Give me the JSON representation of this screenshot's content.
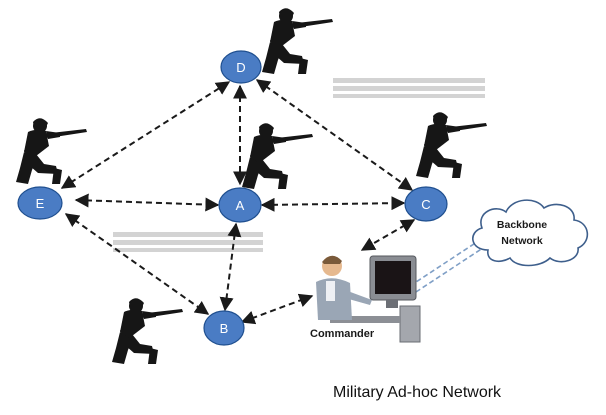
{
  "nodes": [
    {
      "id": "D",
      "label": "D"
    },
    {
      "id": "A",
      "label": "A"
    },
    {
      "id": "C",
      "label": "C"
    },
    {
      "id": "E",
      "label": "E"
    },
    {
      "id": "B",
      "label": "B"
    }
  ],
  "links": [
    {
      "from": "E",
      "to": "D"
    },
    {
      "from": "E",
      "to": "A"
    },
    {
      "from": "E",
      "to": "B"
    },
    {
      "from": "D",
      "to": "A"
    },
    {
      "from": "D",
      "to": "C"
    },
    {
      "from": "A",
      "to": "C"
    },
    {
      "from": "A",
      "to": "B"
    },
    {
      "from": "B",
      "to": "Commander"
    },
    {
      "from": "C",
      "to": "Commander"
    },
    {
      "from": "Commander",
      "to": "Backbone Network"
    }
  ],
  "cloud": {
    "line1": "Backbone",
    "line2": "Network"
  },
  "commander": {
    "label": "Commander"
  },
  "caption": "Military Ad-hoc Network",
  "colors": {
    "node_fill": "#4a7cc4",
    "node_stroke": "#1f4f8f",
    "soldier": "#161616",
    "link": "#1a1a1a",
    "backbone_link": "#7f9fc6"
  }
}
